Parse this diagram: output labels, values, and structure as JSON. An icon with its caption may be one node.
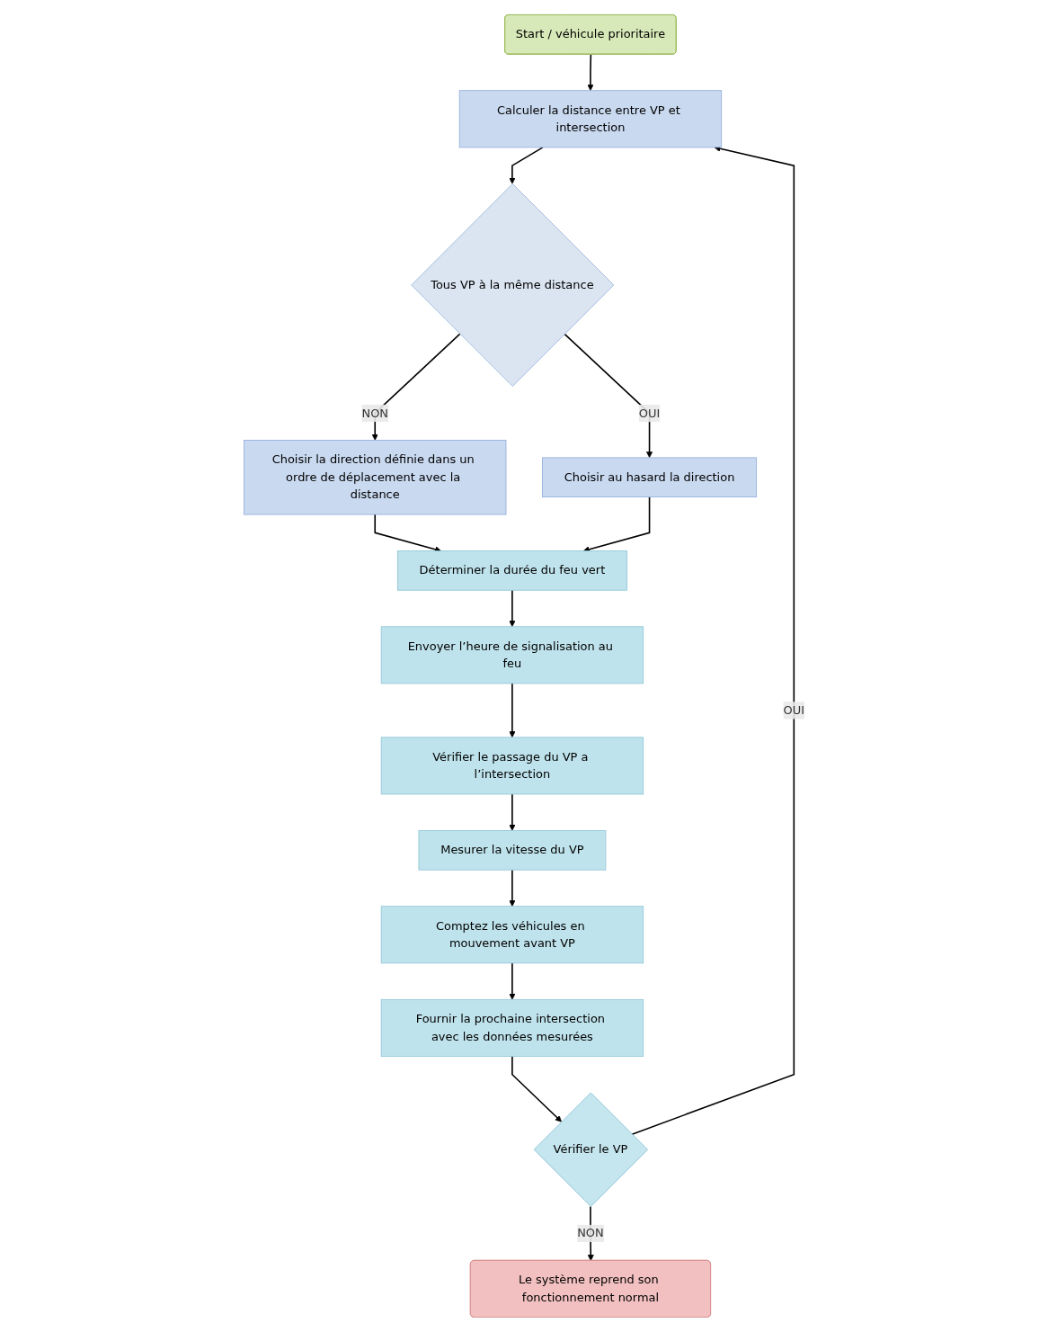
{
  "diagram": {
    "nodes": [
      {
        "text": [
          "Start /  véhicule prioritaire"
        ]
      },
      {
        "text": [
          "Calculer la distance entre VP et intersection"
        ]
      },
      {
        "text": [
          "Tous VP à la même distance"
        ]
      },
      {
        "text": [
          "Choisir la direction définie dans un ordre de déplacement avec la distance"
        ]
      },
      {
        "text": [
          "Choisir au hasard la direction"
        ]
      },
      {
        "text": [
          "Déterminer la durée du feu vert"
        ]
      },
      {
        "text": [
          "Envoyer l’heure de signalisation au feu"
        ]
      },
      {
        "text": [
          "Vérifier le passage du VP a l’intersection"
        ]
      },
      {
        "text": [
          "Mesurer la vitesse du VP"
        ]
      },
      {
        "text": [
          "Comptez les véhicules en mouvement avant VP"
        ]
      },
      {
        "text": [
          "Fournir la prochaine intersection avec les données mesurées"
        ]
      },
      {
        "text": [
          "Vérifier le VP"
        ]
      },
      {
        "text": [
          "Le système reprend son fonctionnement normal"
        ]
      }
    ],
    "edges": [
      {
        "from": 0,
        "to": 1,
        "arrow": "to"
      },
      {
        "from": 1,
        "to": 2,
        "arrow": "to"
      },
      {
        "from": 2,
        "to": 3,
        "arrow": "to",
        "label": "NON"
      },
      {
        "from": 2,
        "to": 4,
        "arrow": "to",
        "label": "OUI"
      },
      {
        "from": 3,
        "to": 5,
        "arrow": "to"
      },
      {
        "from": 4,
        "to": 5,
        "arrow": "to"
      },
      {
        "from": 5,
        "to": 6,
        "arrow": "to"
      },
      {
        "from": 6,
        "to": 7,
        "arrow": "to"
      },
      {
        "from": 7,
        "to": 8,
        "arrow": "to"
      },
      {
        "from": 8,
        "to": 9,
        "arrow": "to"
      },
      {
        "from": 9,
        "to": 10,
        "arrow": "to"
      },
      {
        "from": 10,
        "to": 11,
        "arrow": "to"
      },
      {
        "from": 11,
        "to": 1,
        "arrow": "to",
        "label": "OUI"
      },
      {
        "from": 11,
        "to": 12,
        "arrow": "to",
        "label": "NON"
      }
    ]
  }
}
